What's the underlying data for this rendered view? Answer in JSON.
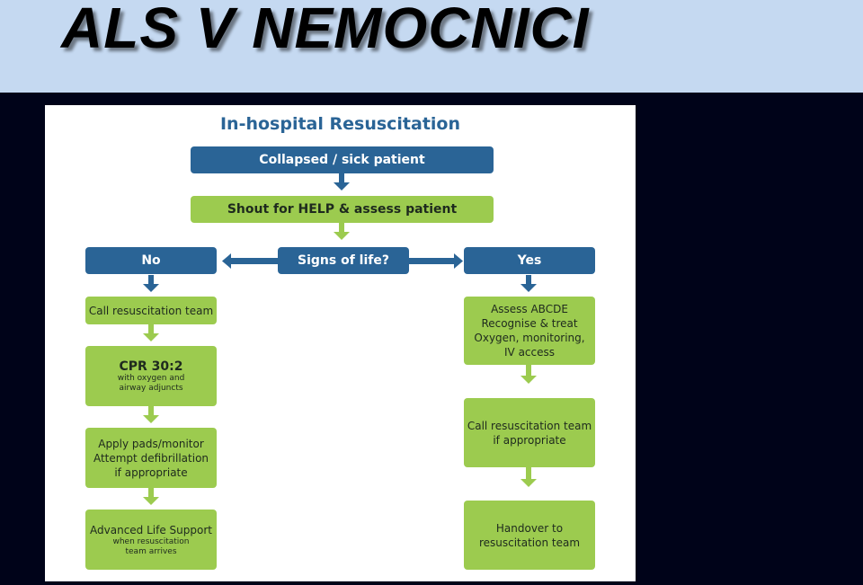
{
  "slide": {
    "title": "ALS V NEMOCNICI"
  },
  "flowchart": {
    "title": "In-hospital Resuscitation",
    "start": "Collapsed / sick patient",
    "assess": "Shout for HELP & assess patient",
    "decision": "Signs of life?",
    "no_label": "No",
    "yes_label": "Yes",
    "no_branch": {
      "call_team": "Call resuscitation team",
      "cpr_title": "CPR 30:2",
      "cpr_line1": "with oxygen and",
      "cpr_line2": "airway adjuncts",
      "pads_line1": "Apply pads/monitor",
      "pads_line2": "Attempt defibrillation",
      "pads_line3": "if appropriate",
      "als_title": "Advanced Life Support",
      "als_line1": "when resuscitation",
      "als_line2": "team arrives"
    },
    "yes_branch": {
      "abcde_line1": "Assess ABCDE",
      "abcde_line2": "Recognise & treat",
      "abcde_line3": "Oxygen, monitoring,",
      "abcde_line4": "IV access",
      "call_line1": "Call resuscitation team",
      "call_line2": "if appropriate",
      "handover_line1": "Handover to",
      "handover_line2": "resuscitation team"
    }
  },
  "colors": {
    "title_band": "#c5d9f1",
    "background": "#000319",
    "box_blue": "#2a6496",
    "box_green": "#9ccb4f"
  }
}
